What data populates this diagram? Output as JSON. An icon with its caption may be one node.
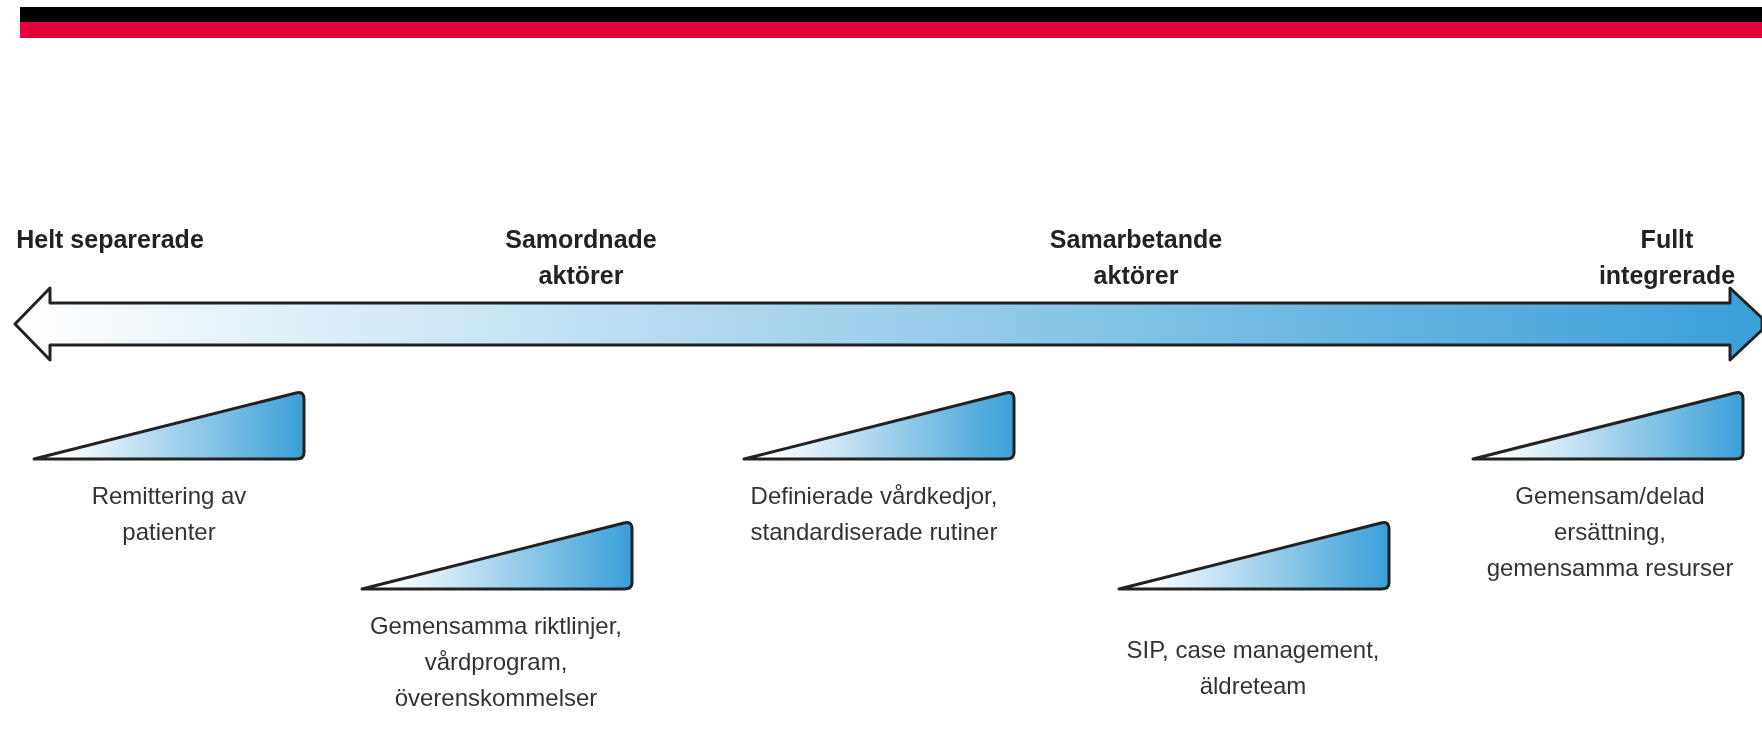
{
  "diagram": {
    "nodes": [
      {
        "text": [
          "Remittering av patienter"
        ]
      },
      {
        "text": [
          "Gemensamma riktlinjer, vårdprogram, överenskommelser"
        ]
      },
      {
        "text": [
          "Definierade vårdkedjor, standardiserade rutiner"
        ]
      },
      {
        "text": [
          "SIP, case management, äldreteam"
        ]
      },
      {
        "text": [
          "Gemensam/delad ersättning, gemensamma resurser"
        ]
      }
    ],
    "edges": [],
    "labels": [
      "Helt separerade",
      "Samordnade aktörer",
      "Samarbetande aktörer",
      "Fullt integrerade"
    ]
  }
}
